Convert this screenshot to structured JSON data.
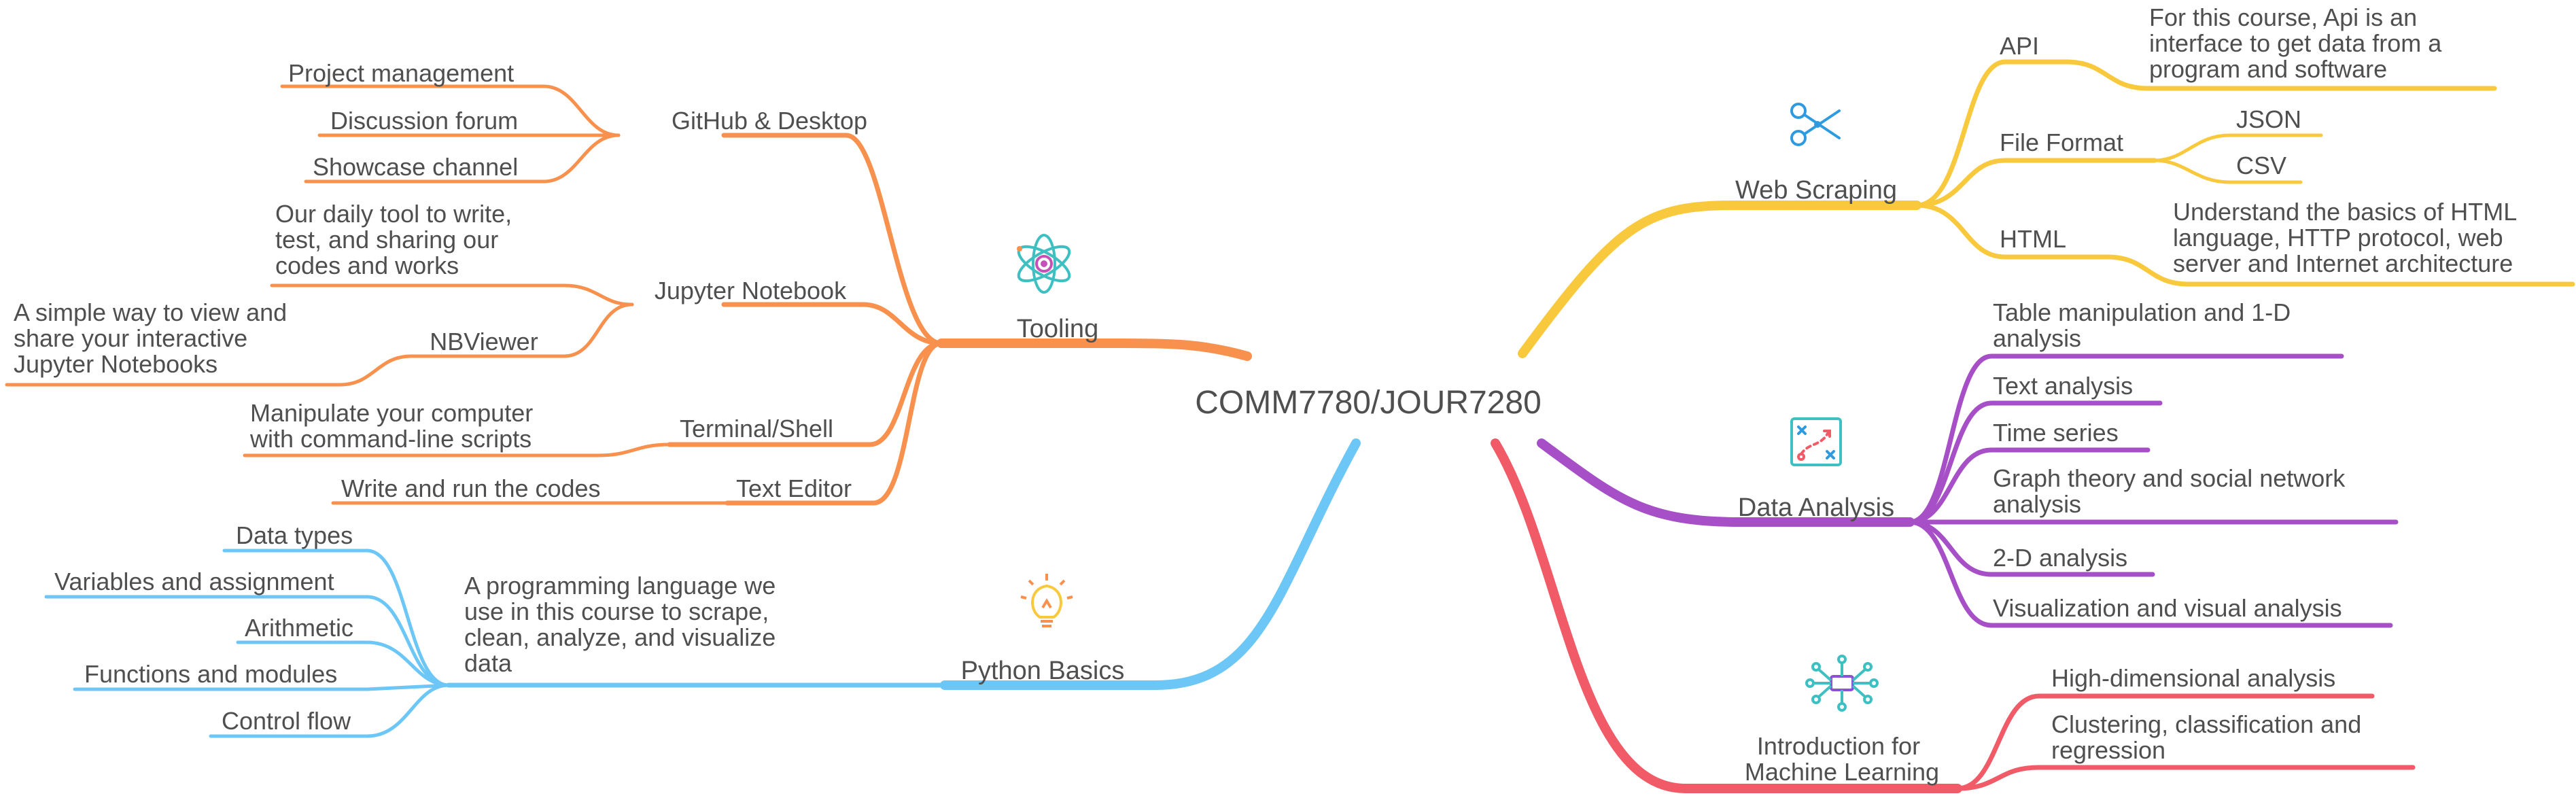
{
  "center": {
    "label": "COMM7780/JOUR7280"
  },
  "colors": {
    "tooling": "#F7914D",
    "python": "#6CC6F6",
    "web": "#F9C93D",
    "analysis": "#A64FC6",
    "ml": "#F15A67",
    "text": "#4f4f4f"
  },
  "branches": {
    "tooling": {
      "label": "Tooling",
      "icon": "atom-icon",
      "children": {
        "github": {
          "label": "GitHub & Desktop",
          "items": [
            "Project management",
            "Discussion forum",
            "Showcase channel"
          ]
        },
        "jupyter": {
          "label": "Jupyter Notebook",
          "note": [
            "Our daily tool to write,",
            "test, and sharing our",
            "codes and works"
          ],
          "nbviewer": {
            "label": "NBViewer",
            "note": [
              "A simple way to view and",
              "share your interactive",
              "Jupyter Notebooks"
            ]
          }
        },
        "terminal": {
          "label": "Terminal/Shell",
          "note": [
            "Manipulate your computer",
            "with command-line scripts"
          ]
        },
        "editor": {
          "label": "Text Editor",
          "note": [
            "Write and run the codes"
          ]
        }
      }
    },
    "python": {
      "label": "Python Basics",
      "icon": "lightbulb-icon",
      "note": [
        "A programming language we",
        "use in this course to scrape,",
        "clean, analyze, and visualize",
        "data"
      ],
      "items": [
        "Data types",
        "Variables and assignment",
        "Arithmetic",
        "Functions and modules",
        "Control flow"
      ]
    },
    "web": {
      "label": "Web Scraping",
      "icon": "scissors-icon",
      "api": {
        "label": "API",
        "note": [
          "For this course, Api is an",
          "interface to get data from a",
          "program and software"
        ]
      },
      "fileformat": {
        "label": "File Format",
        "items": [
          "JSON",
          "CSV"
        ]
      },
      "html": {
        "label": "HTML",
        "note": [
          "Understand the basics of HTML",
          "language, HTTP protocol, web",
          "server and Internet architecture"
        ]
      }
    },
    "analysis": {
      "label": "Data Analysis",
      "icon": "strategy-board-icon",
      "items": [
        [
          "Table manipulation and 1-D",
          "analysis"
        ],
        [
          "Text analysis"
        ],
        [
          "Time series"
        ],
        [
          "Graph theory and social network",
          "analysis"
        ],
        [
          "2-D analysis"
        ],
        [
          "Visualization and visual analysis"
        ]
      ]
    },
    "ml": {
      "label": [
        "Introduction for",
        "Machine Learning"
      ],
      "icon": "network-icon",
      "items": [
        [
          "High-dimensional analysis"
        ],
        [
          "Clustering, classification and",
          "regression"
        ]
      ]
    }
  }
}
